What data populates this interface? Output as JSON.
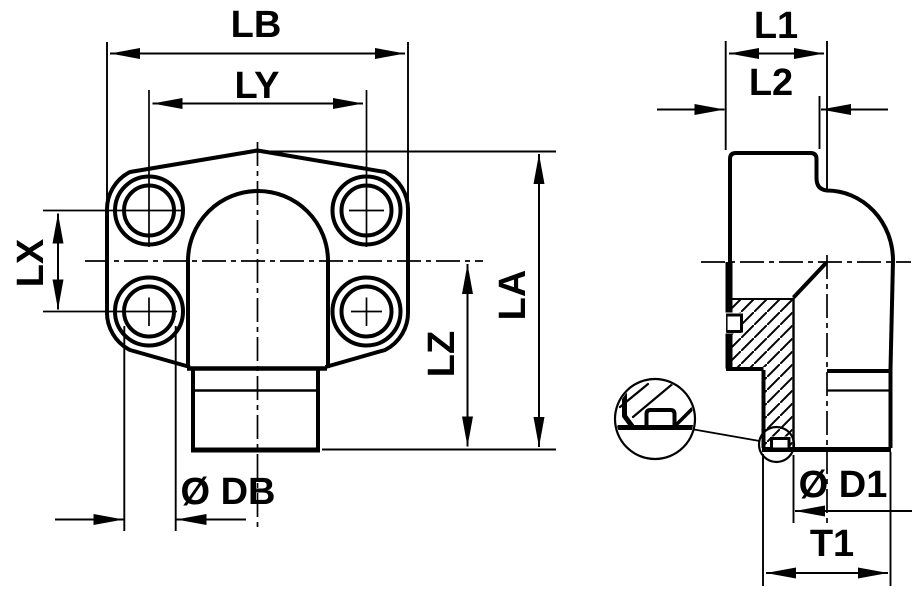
{
  "colors": {
    "ink": "#000000",
    "paper": "#ffffff"
  },
  "front_view": {
    "labels": {
      "lb": "LB",
      "ly": "LY",
      "lx": "LX",
      "la": "LA",
      "lz": "LZ",
      "db": "Ø DB"
    }
  },
  "side_view": {
    "labels": {
      "l1": "L1",
      "l2": "L2",
      "d1": "Ø D1",
      "t1": "T1"
    }
  }
}
